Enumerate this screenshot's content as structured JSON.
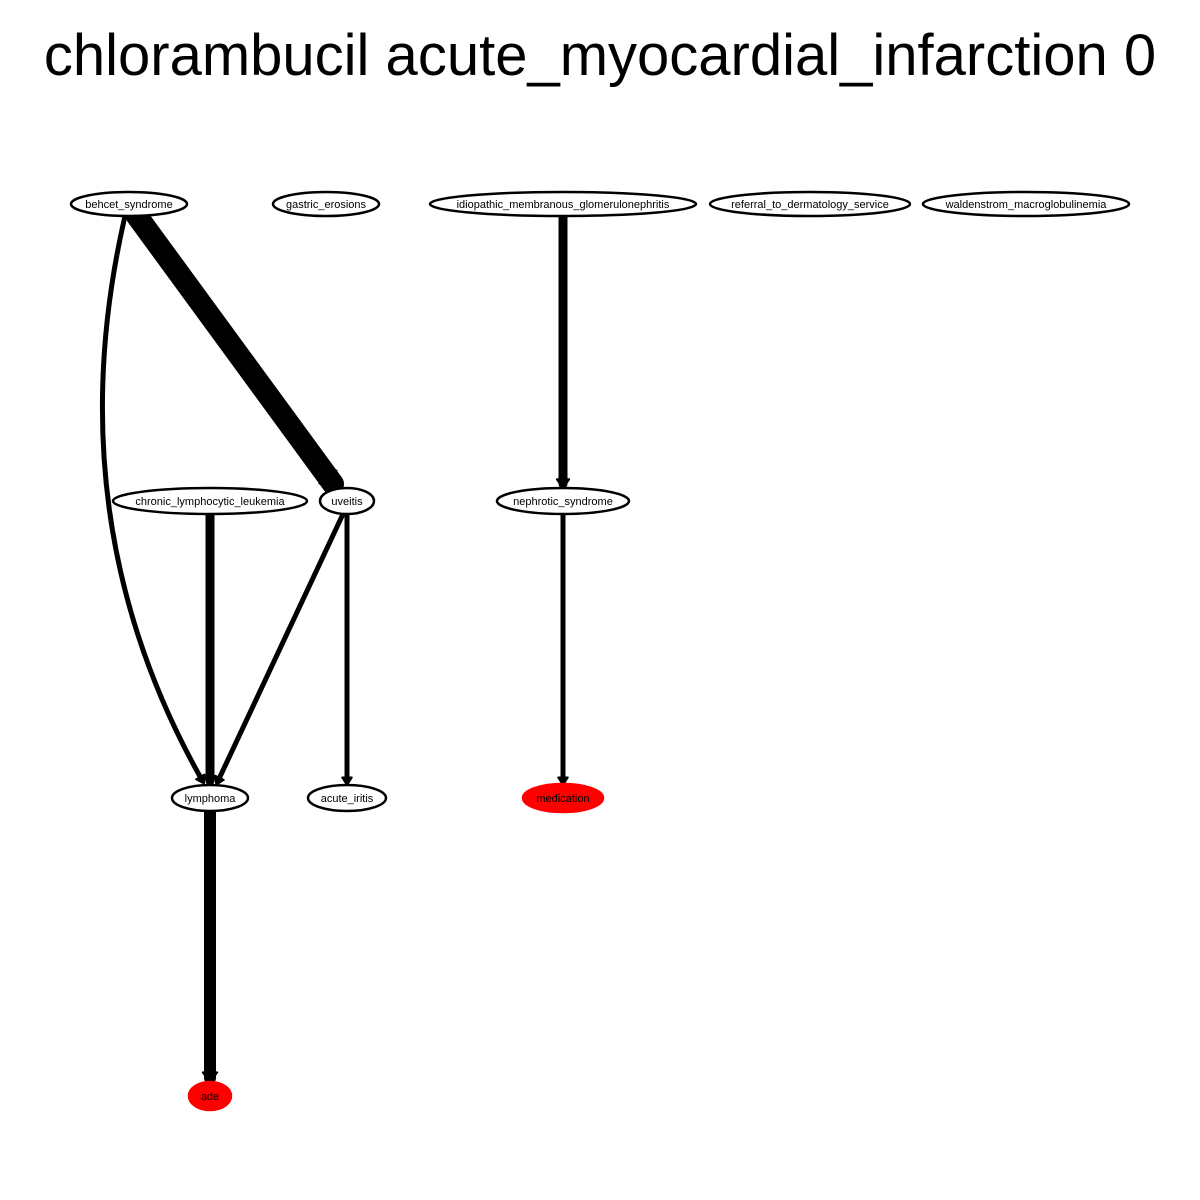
{
  "title": "chlorambucil acute_myocardial_infarction 0",
  "colors": {
    "highlight": "#ff0000",
    "stroke": "#000000",
    "background": "#ffffff"
  },
  "nodes": [
    {
      "id": "behcet_syndrome",
      "label": "behcet_syndrome",
      "highlighted": false
    },
    {
      "id": "gastric_erosions",
      "label": "gastric_erosions",
      "highlighted": false
    },
    {
      "id": "idiopathic_membranous_glomerulonephritis",
      "label": "idiopathic_membranous_glomerulonephritis",
      "highlighted": false
    },
    {
      "id": "referral_to_dermatology_service",
      "label": "referral_to_dermatology_service",
      "highlighted": false
    },
    {
      "id": "waldenstrom_macroglobulinemia",
      "label": "waldenstrom_macroglobulinemia",
      "highlighted": false
    },
    {
      "id": "chronic_lymphocytic_leukemia",
      "label": "chronic_lymphocytic_leukemia",
      "highlighted": false
    },
    {
      "id": "uveitis",
      "label": "uveitis",
      "highlighted": false
    },
    {
      "id": "nephrotic_syndrome",
      "label": "nephrotic_syndrome",
      "highlighted": false
    },
    {
      "id": "lymphoma",
      "label": "lymphoma",
      "highlighted": false
    },
    {
      "id": "acute_iritis",
      "label": "acute_iritis",
      "highlighted": false
    },
    {
      "id": "medication",
      "label": "medication",
      "highlighted": true
    },
    {
      "id": "ade",
      "label": "ade",
      "highlighted": true
    }
  ],
  "edges": [
    {
      "from": "behcet_syndrome",
      "to": "uveitis",
      "weight": "heavy"
    },
    {
      "from": "behcet_syndrome",
      "to": "lymphoma",
      "weight": "light"
    },
    {
      "from": "idiopathic_membranous_glomerulonephritis",
      "to": "nephrotic_syndrome",
      "weight": "medium"
    },
    {
      "from": "chronic_lymphocytic_leukemia",
      "to": "lymphoma",
      "weight": "medium"
    },
    {
      "from": "uveitis",
      "to": "lymphoma",
      "weight": "light"
    },
    {
      "from": "uveitis",
      "to": "acute_iritis",
      "weight": "light"
    },
    {
      "from": "nephrotic_syndrome",
      "to": "medication",
      "weight": "light"
    },
    {
      "from": "lymphoma",
      "to": "ade",
      "weight": "medium-heavy"
    }
  ]
}
